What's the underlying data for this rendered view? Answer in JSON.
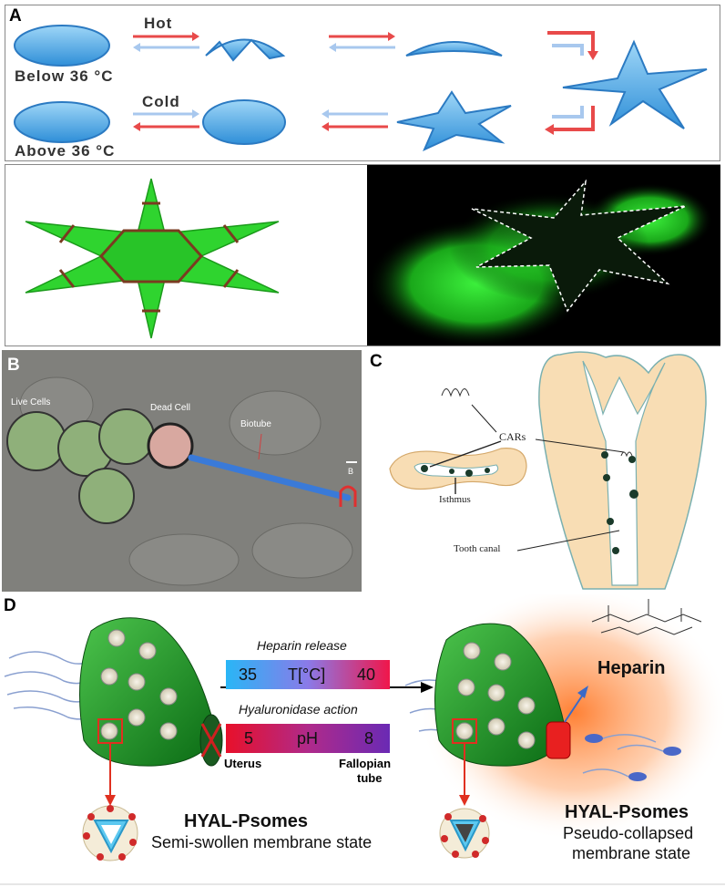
{
  "panel_a": {
    "label": "A",
    "hot": "Hot",
    "cold": "Cold",
    "below": "Below 36 °C",
    "above": "Above 36 °C"
  },
  "panel_b": {
    "label": "B",
    "live_cells": "Live Cells",
    "dead_cell": "Dead Cell",
    "biotube": "Biotube",
    "b_marker": "B"
  },
  "panel_c": {
    "label": "C",
    "cars": "CARs",
    "isthmus": "Isthmus",
    "tooth_canal": "Tooth canal"
  },
  "panel_d": {
    "label": "D",
    "heparin_release": "Heparin release",
    "temp_low": "35",
    "temp_label": "T[°C]",
    "temp_high": "40",
    "hyal_action": "Hyaluronidase action",
    "ph_low": "5",
    "ph_label": "pH",
    "ph_high": "8",
    "uterus": "Uterus",
    "fallopian1": "Fallopian",
    "fallopian2": "tube",
    "heparin": "Heparin",
    "left_title": "HYAL-Psomes",
    "left_sub": "Semi-swollen membrane state",
    "right_title": "HYAL-Psomes",
    "right_sub1": "Pseudo-collapsed",
    "right_sub2": "membrane state"
  },
  "colors": {
    "blue_gel": "#5fb4e8",
    "green_gel": "#2fd42f",
    "arrow_red": "#e84a4a",
    "arrow_blue": "#a8c8ee",
    "temp_grad_start": "#29b6f6",
    "temp_grad_end": "#f0164a",
    "ph_grad_start": "#e8102a",
    "ph_grad_end": "#6a2ab4"
  }
}
